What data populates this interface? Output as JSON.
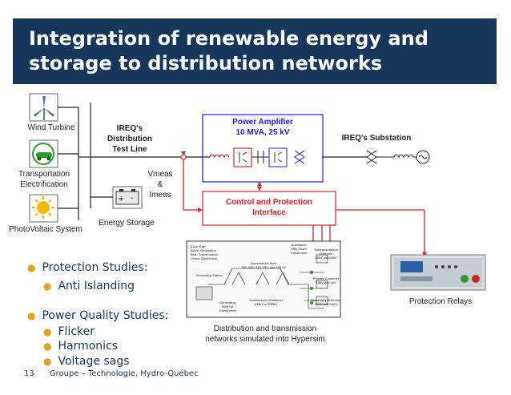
{
  "title": {
    "line1": "Integration of renewable energy and",
    "line2": "storage to distribution networks"
  },
  "diagram": {
    "wind_turbine": "Wind Turbine",
    "transportation": [
      "Transportation",
      "Electrification"
    ],
    "photovoltaic": "PhotoVoltaic System",
    "energy_storage": "Energy Storage",
    "test_line": [
      "IREQ's",
      "Distribution",
      "Test Line"
    ],
    "vmeas": [
      "Vmeas",
      "&",
      "Imeas"
    ],
    "power_amplifier": [
      "Power Amplifier",
      "10 MVA, 25 kV"
    ],
    "substation": "IREQ's Substation",
    "control": [
      "Control and Protection",
      "Interface"
    ],
    "networks": [
      "Distribution and transmission",
      "networks simulated into Hypersim"
    ],
    "relays": "Protection Relays",
    "inset": {
      "color_key": [
        "Color Key:",
        "Black: Generation",
        "Blue: Transmission",
        "Green: Distribution"
      ],
      "generating_station": "Generating Station",
      "transmission_lines": [
        "Transmission lines",
        "765, 500, 345, 230, and 138 kV"
      ],
      "step_down": [
        "Substation",
        "Step-Down",
        "Transformer"
      ],
      "subtransmission": [
        "Subtransmission",
        "Customer",
        "26kV and 69kV"
      ],
      "primary": [
        "Primary Customer",
        "13kV and 4kV"
      ],
      "secondary": [
        "Secondary Customer",
        "120V and 240V"
      ],
      "step_up": [
        "Generating",
        "Step Up",
        "Transformer"
      ],
      "trans_customer": [
        "Transmission Customer",
        "138kV or 230kV"
      ]
    }
  },
  "bullets": [
    {
      "text": "Protection Studies:",
      "level": 1
    },
    {
      "text": "Anti Islanding",
      "level": 2
    },
    {
      "text": "Power Quality Studies:",
      "level": 1
    },
    {
      "text": "Flicker",
      "level": 2
    },
    {
      "text": "Harmonics",
      "level": 2
    },
    {
      "text": "Voltage sags",
      "level": 2
    }
  ],
  "footer": {
    "page": "13",
    "text": "Groupe – Technologie, Hydro-Québec"
  },
  "colors": {
    "title_bg": "#16365c",
    "accent_red": "#e02020",
    "amp_blue": "#1a1aff",
    "bullet": "#e2a21f"
  }
}
